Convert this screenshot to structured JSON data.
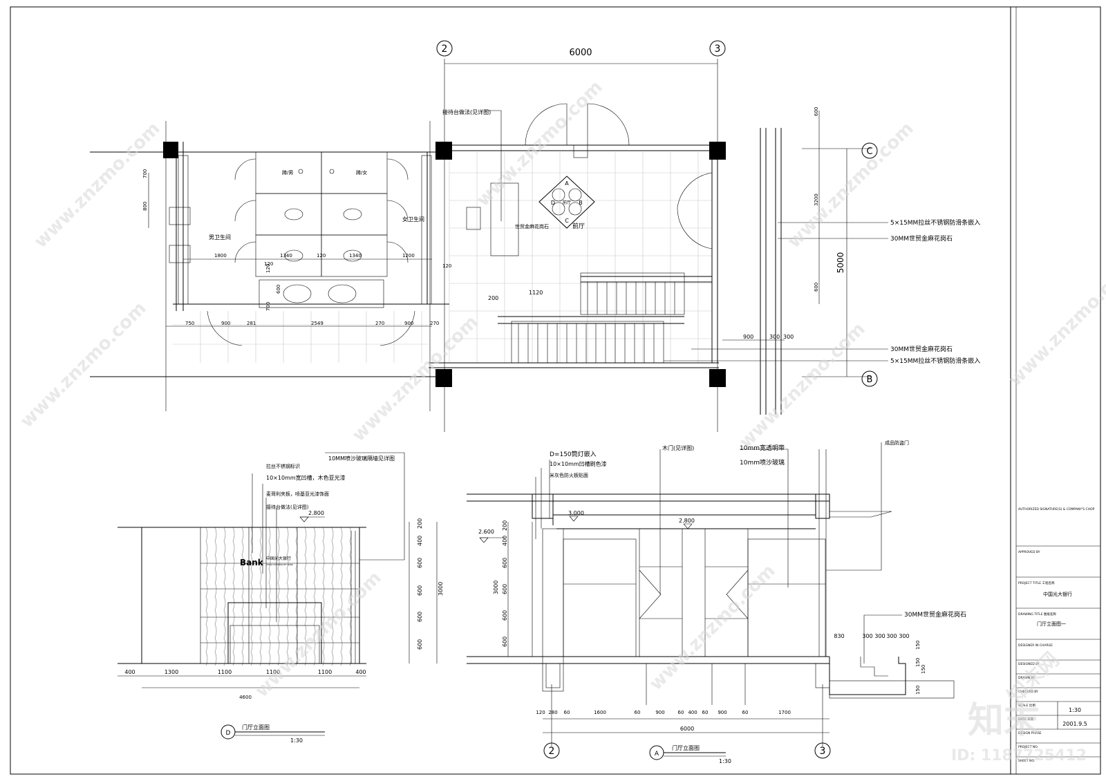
{
  "plan": {
    "axis_2": "2",
    "axis_3": "3",
    "axis_C": "C",
    "axis_B": "B",
    "overall_width": "6000",
    "overall_depth": "5000",
    "note_reception": "接待台做法(见详图)",
    "lobby_label": "前厅",
    "floor_stone": "世贸金麻花岗石",
    "mens_wc": "男卫生间",
    "womens_wc": "女卫生间",
    "urinal_m": "蹲/男",
    "urinal_w": "蹲/女",
    "compass": [
      "A",
      "B",
      "C",
      "D"
    ],
    "compass_center": "前厅",
    "callout_1": "5×15MM拉丝不锈钢防滑条嵌入",
    "callout_2": "30MM世贸金麻花岗石",
    "callout_3": "30MM世贸金麻花岗石",
    "callout_4": "5×15MM拉丝不锈钢防滑条嵌入",
    "dims_top": [
      "1800",
      "120",
      "1340",
      "120",
      "1340",
      "1200",
      "120"
    ],
    "dims_bottom": [
      "750",
      "900",
      "281",
      "2549",
      "270",
      "900",
      "270"
    ],
    "dims_left": [
      "700",
      "800"
    ],
    "dims_vanity": [
      "120",
      "600",
      "700"
    ],
    "dim_stair_a": "200",
    "dim_stair_b": "1120",
    "dims_right_v": [
      "600",
      "3200",
      "600"
    ],
    "dims_right_h": [
      "900",
      "300",
      "300"
    ]
  },
  "elev_d": {
    "title": "门厅立面图",
    "scale": "1:30",
    "marker": "D",
    "level": "2.800",
    "notes": [
      "拉丝不锈钢标识",
      "10×10mm宽凹槽，木色亚光漆",
      "麦哥利夹板，喷基亚光漆饰面",
      "接待台做法(见详图)"
    ],
    "glass_note": "10MM喷沙玻璃隔墙见详图",
    "logo_text": "Bank",
    "logo_cn": "中国光大银行",
    "logo_en": "CHINA EVERBRIGHT BANK",
    "dims_h": [
      "400",
      "1300",
      "1100",
      "1100",
      "1100",
      "400"
    ],
    "total": "4600",
    "dims_v": [
      "200",
      "400",
      "600",
      "600",
      "600",
      "600"
    ],
    "height": "3000"
  },
  "elev_a": {
    "title": "门厅立面图",
    "scale": "1:30",
    "marker": "A",
    "notes": [
      "D=150筒灯嵌入",
      "10×10mm凹槽刷色漆",
      "米灰色防火板贴面"
    ],
    "note_wood_door": "木门(见详图)",
    "note_glass_1": "10mm宽透明带",
    "note_glass_2": "10mm喷沙玻璃",
    "note_door": "成品防盗门",
    "note_stone": "30MM世贸金麻花岗石",
    "levels": [
      "3.000",
      "2.800",
      "2.600"
    ],
    "dims_v": [
      "200",
      "400",
      "600",
      "600",
      "600",
      "600"
    ],
    "height": "3000",
    "dims_h": [
      "120",
      "280",
      "60",
      "1600",
      "60",
      "900",
      "60",
      "400",
      "60",
      "900",
      "60",
      "1700"
    ],
    "total": "6000",
    "axis_left": "2",
    "axis_right": "3",
    "steps": [
      "830",
      "300",
      "300",
      "300",
      "300"
    ],
    "step_v": [
      "150",
      "150",
      "150",
      "150"
    ]
  },
  "titleblock": {
    "authorized": "AUTHORIZED SIGNATURE(S) & COMPANY'S CHOP",
    "approved": "APPROVED BY",
    "project_title_label": "PROJECT TITLE 工程名称",
    "project_title": "中国光大银行",
    "drawing_title_label": "DRAWING TITLE 图纸名称",
    "drawing_title": "门厅立面图一",
    "designer_in_charge": "DESIGNER IN CHARGE",
    "designed_by": "DESIGNED BY",
    "drawn_by": "DRAWN BY",
    "checked_by": "CHECKED BY",
    "scale_label": "SCALE 比例",
    "scale": "1:30",
    "date_label": "DATE 日期",
    "date": "2001.9.5",
    "design_phase": "DESIGN PHASE",
    "project_no": "PROJECT NO.",
    "sheet_no": "SHEET NO."
  },
  "watermark": {
    "site": "www.znzmo.com",
    "brand": "知末网",
    "logo": "知末",
    "id": "ID: 1187725412"
  }
}
